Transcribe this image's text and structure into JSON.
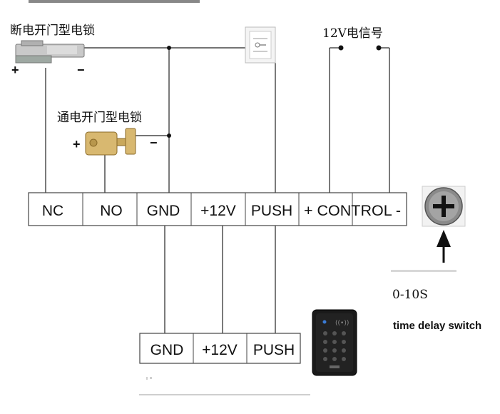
{
  "labels": {
    "power_off_lock": "断电开门型电锁",
    "power_on_lock": "通电开门型电锁",
    "signal_12v": "12V电信号",
    "delay_range": "0-10S",
    "delay_switch": "time delay switch",
    "plus": "+",
    "minus": "−"
  },
  "controller_terminals": [
    "NC",
    "NO",
    "GND",
    "+12V",
    "PUSH",
    "+ CONTROL -"
  ],
  "reader_terminals": [
    "GND",
    "+12V",
    "PUSH"
  ],
  "icons": {
    "delay_knob": "plus-knob-icon",
    "arrow": "arrow-up-icon",
    "exit_button": "exit-button-icon",
    "keypad": "keypad-reader-icon"
  }
}
